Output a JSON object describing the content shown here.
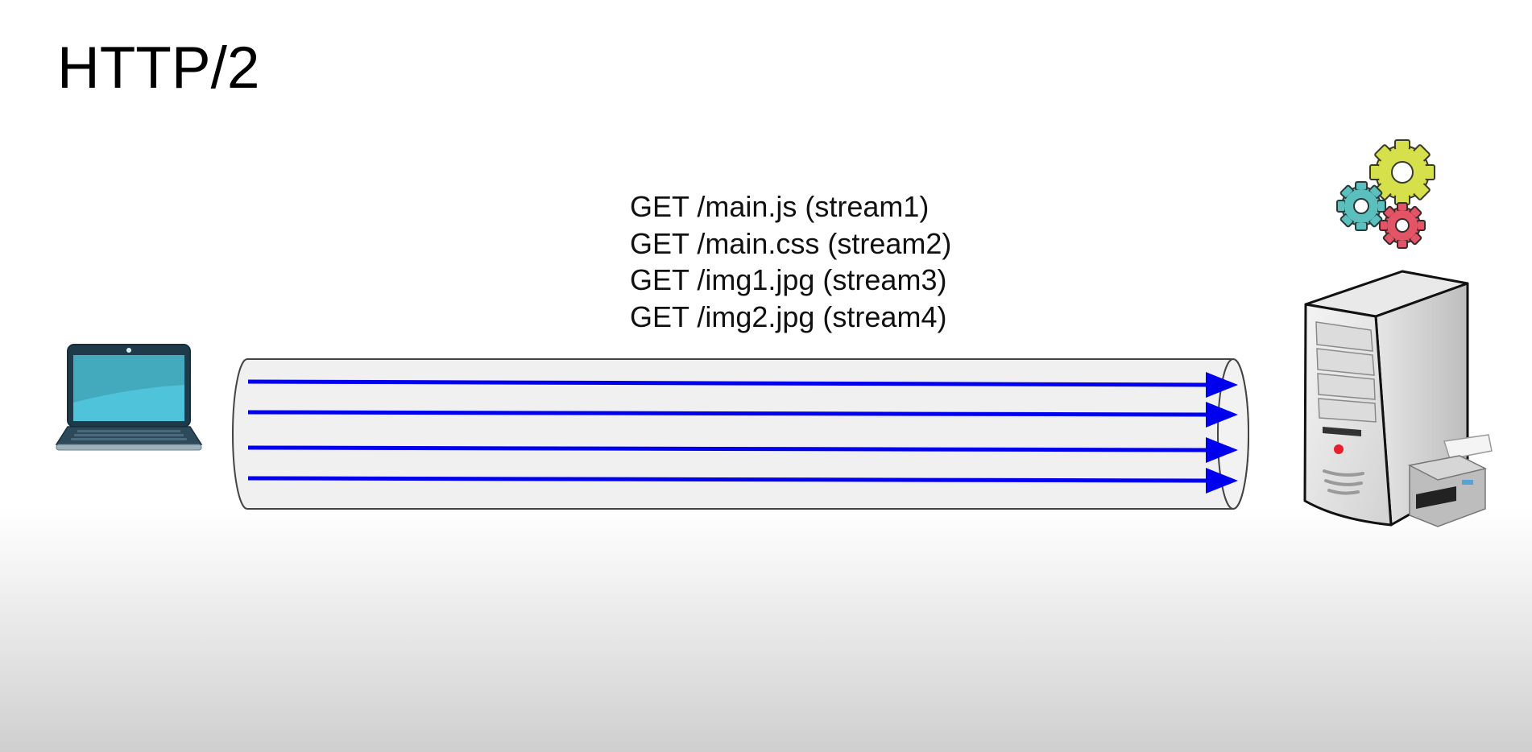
{
  "slide": {
    "title": "HTTP/2",
    "requests": [
      "GET /main.js (stream1)",
      "GET /main.css (stream2)",
      "GET /img1.jpg (stream3)",
      "GET /img2.jpg (stream4)"
    ]
  },
  "icons": {
    "client": "laptop-icon",
    "server": "server-tower-icon",
    "peripheral": "printer-icon",
    "processing": "gears-icon"
  },
  "colors": {
    "stream_arrow": "#0000ee",
    "pipe_fill": "#f0f0f0",
    "pipe_stroke": "#444444",
    "gear_large": "#d5e04a",
    "gear_small_teal": "#5bbfbd",
    "gear_small_red": "#e35566",
    "laptop_screen": "#4fc3d9",
    "server_led": "#e8202e"
  }
}
